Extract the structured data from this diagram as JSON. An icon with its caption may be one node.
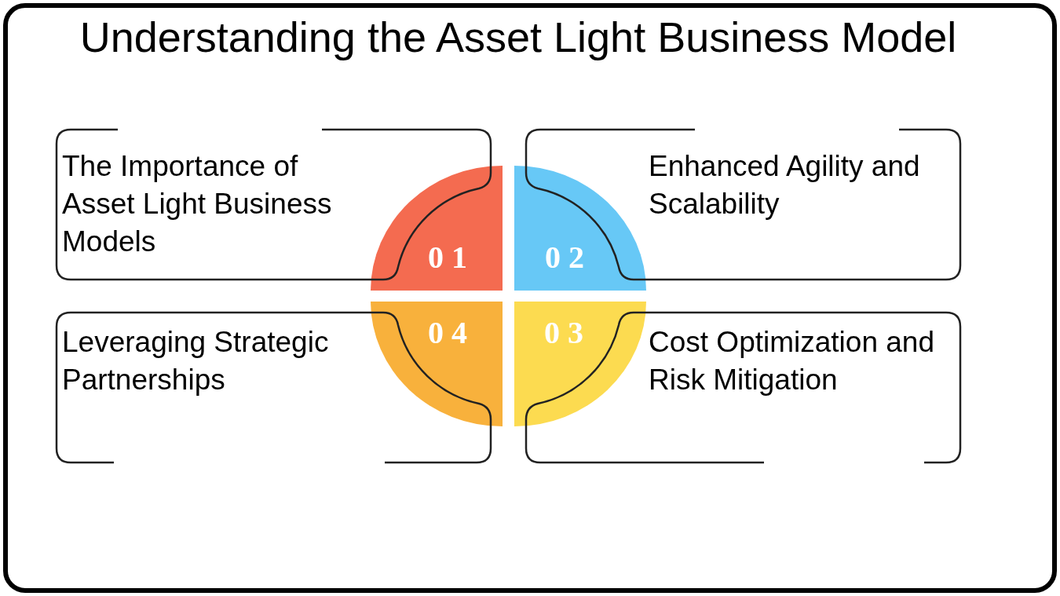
{
  "diagram": {
    "title": "Understanding the Asset Light Business Model",
    "nodes": [
      {
        "text": [
          "The Importance of Asset Light Business Models"
        ]
      },
      {
        "text": [
          "01"
        ]
      },
      {
        "text": [
          "02"
        ]
      },
      {
        "text": [
          "Enhanced Agility and Scalability"
        ]
      },
      {
        "text": [
          "Leveraging Strategic Partnerships"
        ]
      },
      {
        "text": [
          "04"
        ]
      },
      {
        "text": [
          "03"
        ]
      },
      {
        "text": [
          "Cost Optimization and Risk Mitigation"
        ]
      }
    ],
    "edges": []
  }
}
